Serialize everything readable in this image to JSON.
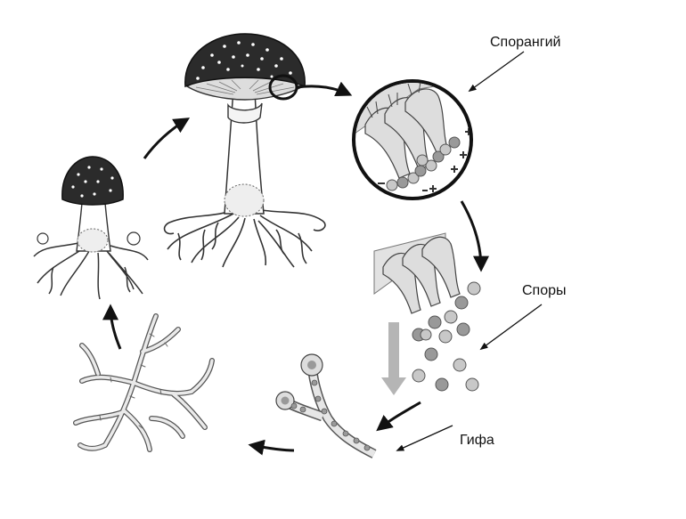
{
  "labels": {
    "sporangium": "Спорангий",
    "spores": "Споры",
    "hypha": "Гифа"
  },
  "stages": [
    "mature-mushroom",
    "sporangium-closeup",
    "spore-release",
    "germinating-hypha",
    "mycelium",
    "young-mushroom"
  ],
  "colors": {
    "cap": "#2b2b2b",
    "cap_dots": "#ffffff",
    "outline": "#222222",
    "spore_dark": "#8c8c8c",
    "spore_light": "#c8c8c8",
    "fall_arrow": "#b5b5b5"
  }
}
